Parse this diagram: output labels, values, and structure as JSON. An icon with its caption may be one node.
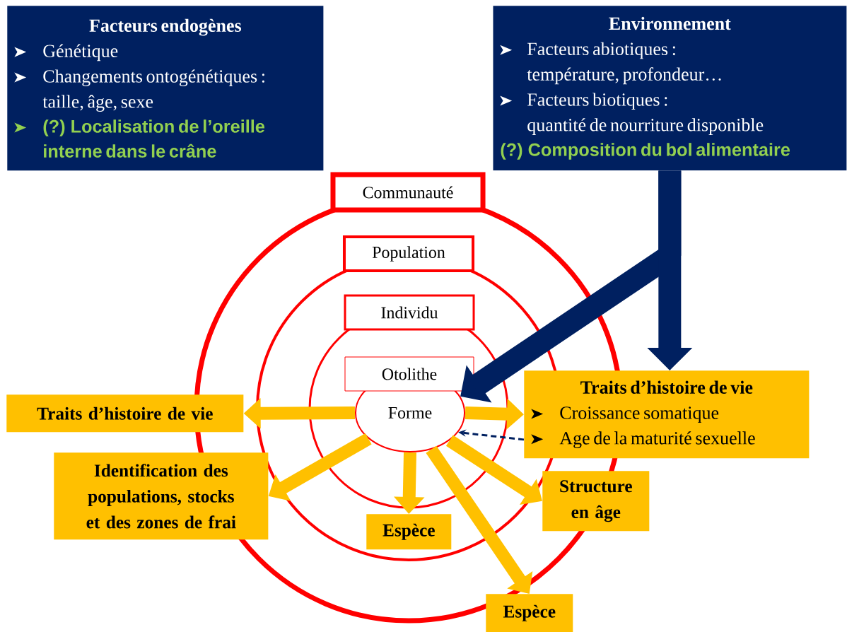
{
  "diagram": {
    "nodes": [
      {
        "text": [
          "Facteurs endogènes",
          "Génétique",
          "Changements ontogénétiques : taille, âge, sexe",
          "(?) Localisation de l’oreille interne dans le crâne"
        ]
      },
      {
        "text": [
          "Environnement",
          "Facteurs abiotiques : température, profondeur…",
          "Facteurs biotiques : quantité de nourriture disponible",
          "(?) Composition du bol alimentaire"
        ]
      },
      {
        "text": [
          "Communauté"
        ]
      },
      {
        "text": [
          "Population"
        ]
      },
      {
        "text": [
          "Individu"
        ]
      },
      {
        "text": [
          "Otolithe"
        ]
      },
      {
        "text": [
          "Forme"
        ]
      },
      {
        "text": [
          "Traits d’histoire de vie"
        ]
      },
      {
        "text": [
          "Identification des populations, stocks et des zones de frai"
        ]
      },
      {
        "text": [
          "Espèce"
        ]
      },
      {
        "text": [
          "Structure en âge"
        ]
      },
      {
        "text": [
          "Espèce"
        ]
      },
      {
        "text": [
          "Traits d’histoire de vie",
          "Croissance somatique",
          "Age de la maturité sexuelle"
        ]
      }
    ],
    "edges": [
      {
        "from": 6,
        "to": 7,
        "arrow": "to"
      },
      {
        "from": 6,
        "to": 8,
        "arrow": "to"
      },
      {
        "from": 6,
        "to": 9,
        "arrow": "to"
      },
      {
        "from": 6,
        "to": 11,
        "arrow": "to"
      },
      {
        "from": 6,
        "to": 10,
        "arrow": "to"
      },
      {
        "from": 6,
        "to": 12,
        "arrow": "to"
      },
      {
        "from": 12,
        "to": 6,
        "arrow": "to",
        "style": "dashed",
        "color": "#002060"
      },
      {
        "from": 1,
        "to": 6,
        "arrow": "to",
        "color": "#002060"
      },
      {
        "from": 1,
        "to": 12,
        "arrow": "to",
        "color": "#002060"
      }
    ]
  }
}
